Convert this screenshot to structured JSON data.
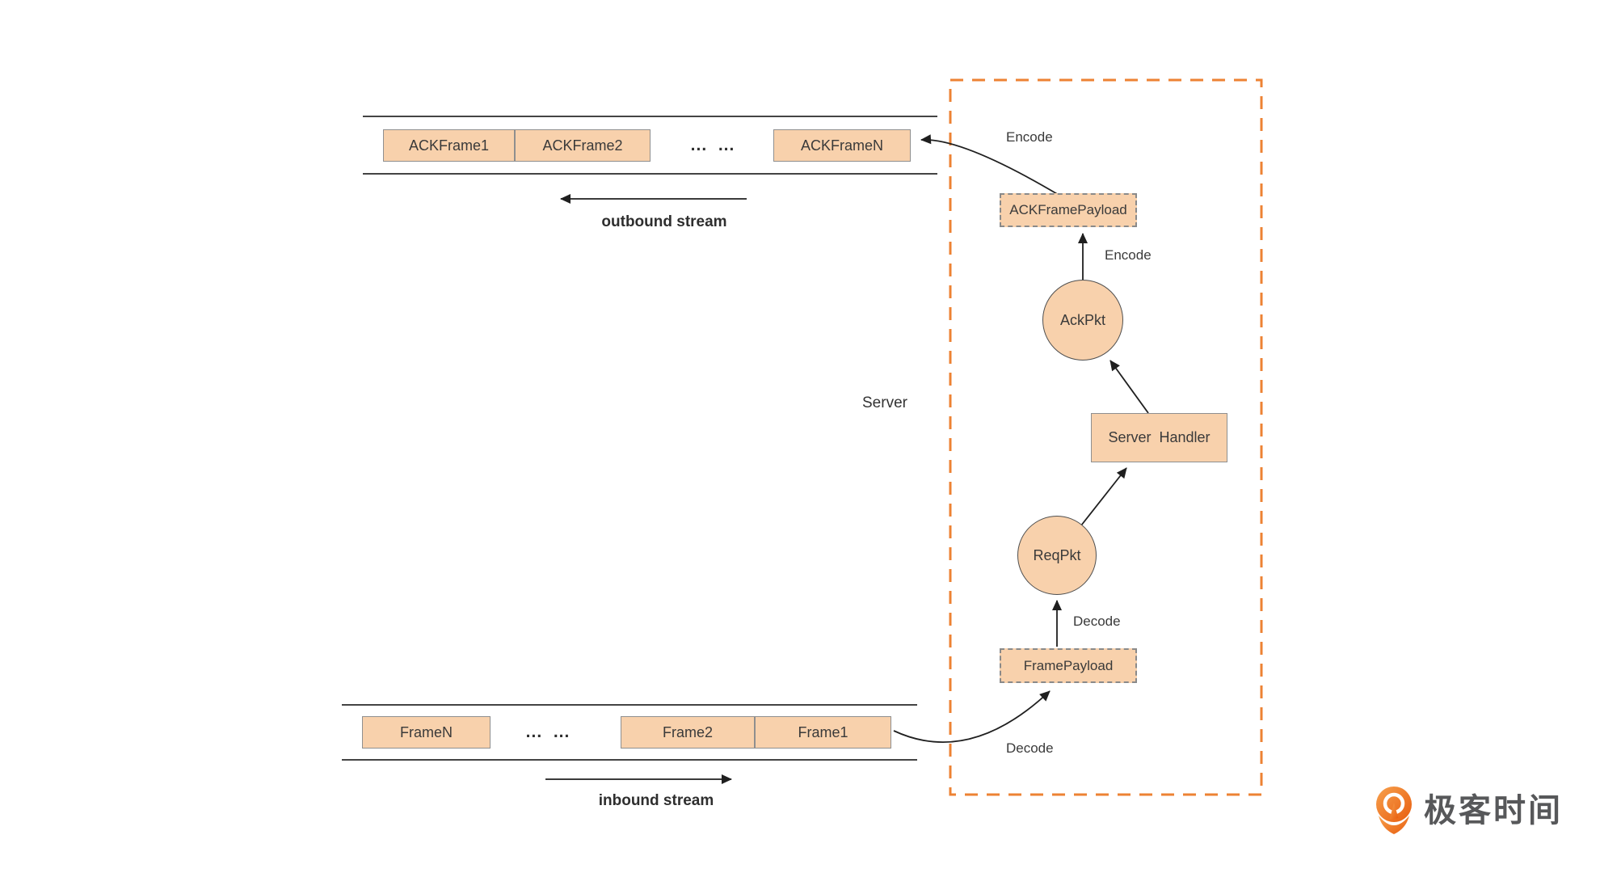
{
  "colors": {
    "background": "#ffffff",
    "box_fill": "#f8d1ac",
    "box_border": "#8f8f8f",
    "payload_dashed_border": "#8a8a8a",
    "server_boundary": "#ed8233",
    "connector_line": "#1f1f1f",
    "text": "#3a3a3a",
    "logo_orange_start": "#f7a14e",
    "logo_orange_end": "#e85c0d",
    "logo_text": "#57585a"
  },
  "outbound": {
    "frames": [
      "ACKFrame1",
      "ACKFrame2",
      "ACKFrameN"
    ],
    "ellipsis": "...  ...",
    "label": "outbound stream"
  },
  "inbound": {
    "frames": [
      "FrameN",
      "Frame2",
      "Frame1"
    ],
    "ellipsis": "...  ...",
    "label": "inbound stream"
  },
  "server_region": {
    "label": "Server",
    "nodes": {
      "ack_frame_payload": "ACKFramePayload",
      "ack_pkt": "AckPkt",
      "server_handler": "Server  Handler",
      "req_pkt": "ReqPkt",
      "frame_payload": "FramePayload"
    },
    "edge_labels": {
      "encode_top": "Encode",
      "encode_mid": "Encode",
      "decode_mid": "Decode",
      "decode_bottom": "Decode"
    }
  },
  "logo": {
    "text": "极客时间"
  }
}
